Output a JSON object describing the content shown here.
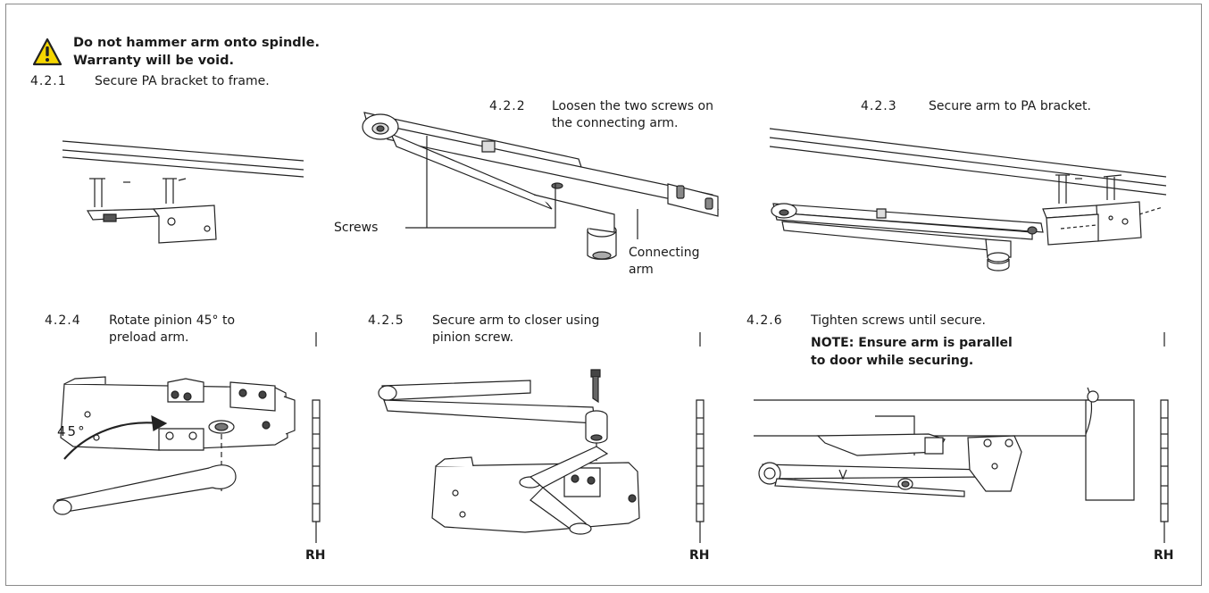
{
  "warning": {
    "line1": "Do not hammer arm onto spindle.",
    "line2": "Warranty will be void.",
    "icon": "warning-triangle-icon",
    "icon_color": "#f5d600"
  },
  "steps": [
    {
      "num": "4.2.1",
      "text": "Secure PA bracket to frame."
    },
    {
      "num": "4.2.2",
      "text": "Loosen the two screws on the connecting arm."
    },
    {
      "num": "4.2.3",
      "text": "Secure arm to PA bracket."
    },
    {
      "num": "4.2.4",
      "text": "Rotate pinion 45° to preload arm."
    },
    {
      "num": "4.2.5",
      "text": "Secure arm to closer using pinion screw."
    },
    {
      "num": "4.2.6",
      "text": "Tighten screws until secure."
    }
  ],
  "note": "NOTE:  Ensure arm is parallel to door while securing.",
  "labels": {
    "screws": "Screws",
    "connecting_arm": "Connecting arm",
    "angle": "45°",
    "rh": "RH"
  }
}
